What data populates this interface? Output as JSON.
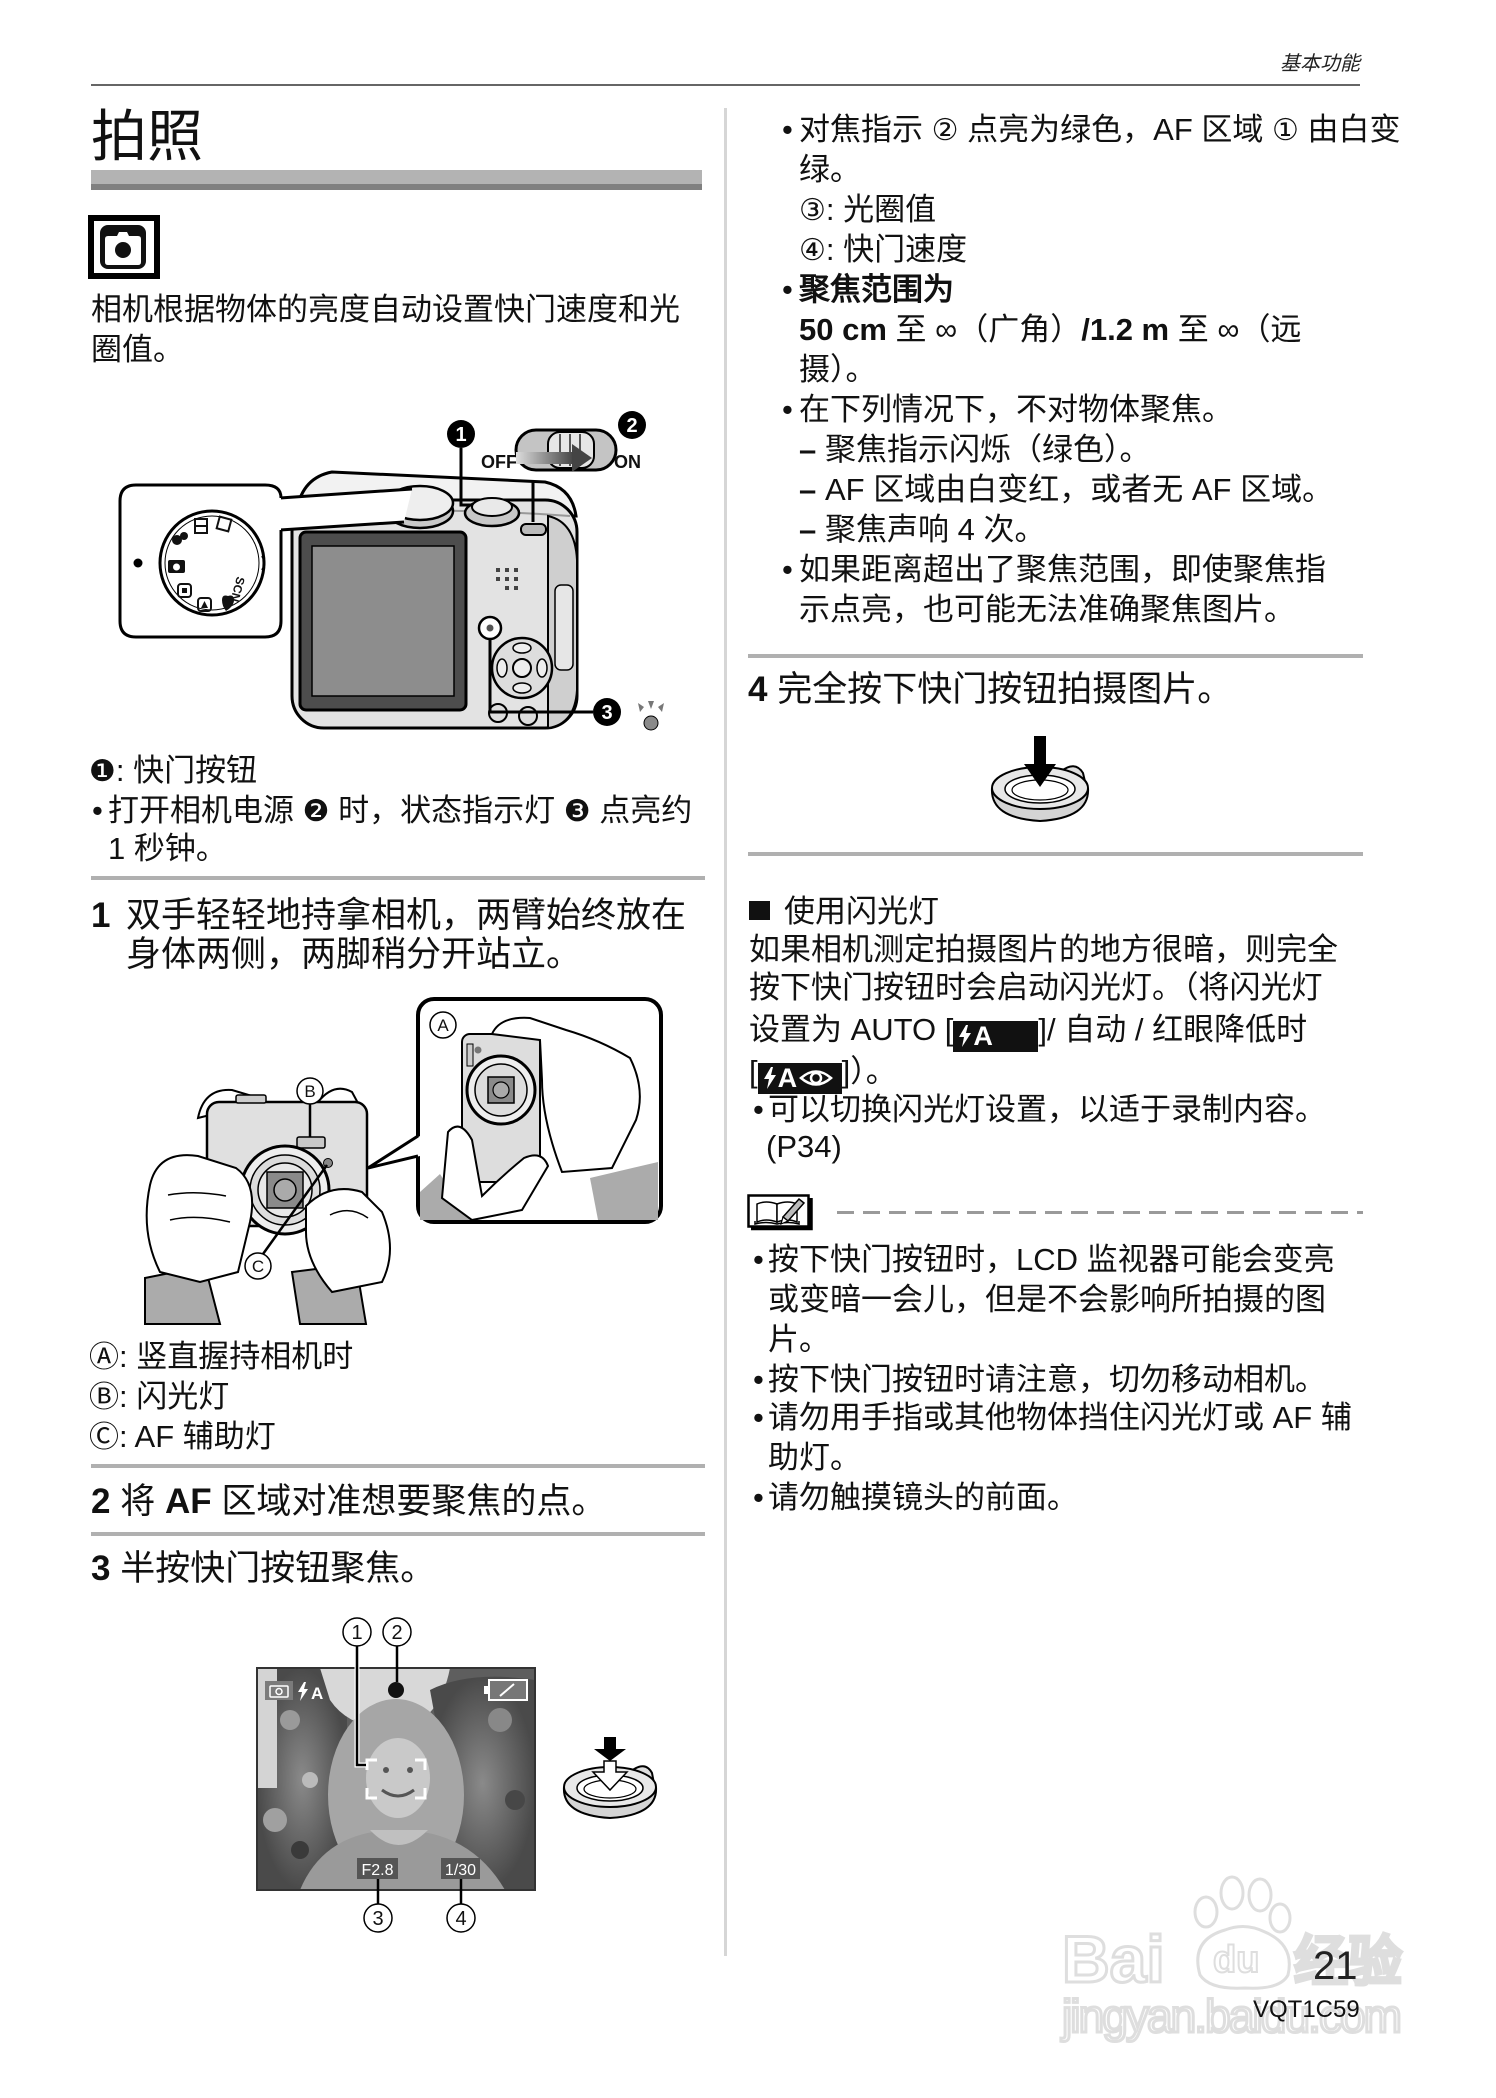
{
  "header": {
    "section_title": "基本功能"
  },
  "title": "拍照",
  "mode_icon": {
    "name": "camera-mode-icon"
  },
  "intro": [
    "相机根据物体的亮度自动设置快门速度和光",
    "圈值。"
  ],
  "figure_power": {
    "callout_shutter": "1",
    "callout_power": "2",
    "callout_status": "3",
    "switch_off": "OFF",
    "switch_on": "ON",
    "dial_scene": "SCN"
  },
  "legend_shutter": {
    "marker": "❶",
    "text": ": 快门按钮"
  },
  "power_note": {
    "bullet": "•",
    "segments": [
      "打开相机电源 ",
      "❷",
      " 时，状态指示灯 ",
      "❸",
      " 点亮约"
    ],
    "line2": "1 秒钟。"
  },
  "steps": [
    {
      "number": "1",
      "line1": "双手轻轻地持拿相机，两臂始终放在",
      "line2": "身体两侧，两脚稍分开站立。"
    },
    {
      "number": "2",
      "pre": "将 ",
      "bold": "AF",
      "post": " 区域对准想要聚焦的点。"
    },
    {
      "number": "3",
      "text": "半按快门按钮聚焦。"
    },
    {
      "number": "4",
      "text": "完全按下快门按钮拍摄图片。"
    }
  ],
  "figure_grip": {
    "label_a": "A",
    "label_b": "B",
    "label_c": "C"
  },
  "legend_grip": [
    {
      "marker": "Ⓐ",
      "text": ": 竖直握持相机时"
    },
    {
      "marker": "Ⓑ",
      "text": ": 闪光灯"
    },
    {
      "marker": "Ⓒ",
      "text": ": AF 辅助灯"
    }
  ],
  "figure_lcd": {
    "labels": [
      "1",
      "2",
      "3",
      "4"
    ],
    "flash_mode": "A",
    "aperture": "F2.8",
    "shutter_speed": "1/30",
    "icons": [
      "camera-mode-icon",
      "flash-auto-icon",
      "focus-indicator-dot",
      "battery-icon",
      "af-area-brackets"
    ]
  },
  "focus": {
    "bullet": "•",
    "dash": "–",
    "l1": [
      "对焦指示 ",
      "②",
      " 点亮为绿色，",
      "AF",
      " 区域 ",
      "①",
      " 由白变"
    ],
    "l2": "绿。",
    "l3": {
      "marker": "③",
      "text": ": 光圈值"
    },
    "l4": {
      "marker": "④",
      "text": ": 快门速度"
    },
    "range_heading": "聚焦范围为",
    "range": [
      "50 cm",
      " 至 ∞（广角）",
      "/1.2 m",
      " 至 ∞（远"
    ],
    "range_end": "摄）。",
    "no_focus_heading": "在下列情况下，不对物体聚焦。",
    "no_focus_items": [
      "聚焦指示闪烁（绿色）。",
      "AF 区域由白变红，或者无 AF 区域。",
      "聚焦声响 4 次。"
    ],
    "out_of_range": [
      "如果距离超出了聚焦范围，即使聚焦指",
      "示点亮，也可能无法准确聚焦图片。"
    ]
  },
  "flash": {
    "heading": "使用闪光灯",
    "para": [
      "如果相机测定拍摄图片的地方很暗，则完全",
      "按下快门按钮时会启动闪光灯。（将闪光灯"
    ],
    "l3_pre": "设置为 AUTO [",
    "l3_icon_text": "A",
    "l3_post": "]/ 自动 / 红眼降低时",
    "l4_pre": "[",
    "l4_icon_text": "A",
    "l4_post": "]）。",
    "bullet": "•",
    "bullet_lines": [
      "可以切换闪光灯设置，以适于录制内容。",
      "(P34)"
    ]
  },
  "notes": {
    "icon": "note-book-pencil-icon",
    "bullet": "•",
    "items": [
      [
        "按下快门按钮时，LCD 监视器可能会变亮",
        "或变暗一会儿，但是不会影响所拍摄的图",
        "片。"
      ],
      [
        "按下快门按钮时请注意，切勿移动相机。"
      ],
      [
        "请勿用手指或其他物体挡住闪光灯或 AF 辅",
        "助灯。"
      ],
      [
        "请勿触摸镜头的前面。"
      ]
    ]
  },
  "footer": {
    "page_number": "21",
    "doc_code": "VQT1C59"
  },
  "watermark": {
    "logo_left": "Bai",
    "logo_paw": "du",
    "logo_right": "经验",
    "url": "jingyan.baidu.com"
  },
  "colors": {
    "text": "#111111",
    "section_rule": "#b0b0b0",
    "title_bar_light": "#b3b3b3",
    "title_bar_dark": "#808080",
    "column_rule": "#d6d6d6",
    "header_rule": "#666666",
    "watermark": "#e0e0e0"
  }
}
